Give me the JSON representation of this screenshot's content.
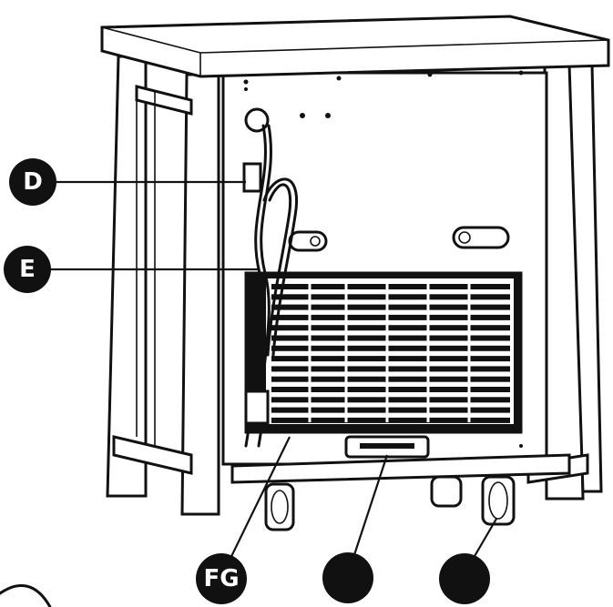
{
  "callouts": {
    "d": "D",
    "e": "E",
    "fg": "FG",
    "blank1": "",
    "blank2": ""
  }
}
